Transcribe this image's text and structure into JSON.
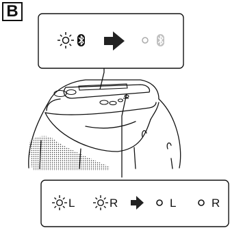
{
  "panel_label": "B",
  "top_callout": {
    "before": {
      "icon": "bluetooth-icon",
      "state": "blinking"
    },
    "after": {
      "icon": "bluetooth-icon",
      "state": "off"
    }
  },
  "bottom_callout": {
    "before": [
      {
        "label": "L",
        "state": "blinking"
      },
      {
        "label": "R",
        "state": "blinking"
      }
    ],
    "after": [
      {
        "label": "L",
        "state": "lit"
      },
      {
        "label": "R",
        "state": "lit"
      }
    ]
  },
  "colors": {
    "line": "#111111",
    "off_indicator": "#b8b8b8",
    "arrow": "#222222"
  }
}
